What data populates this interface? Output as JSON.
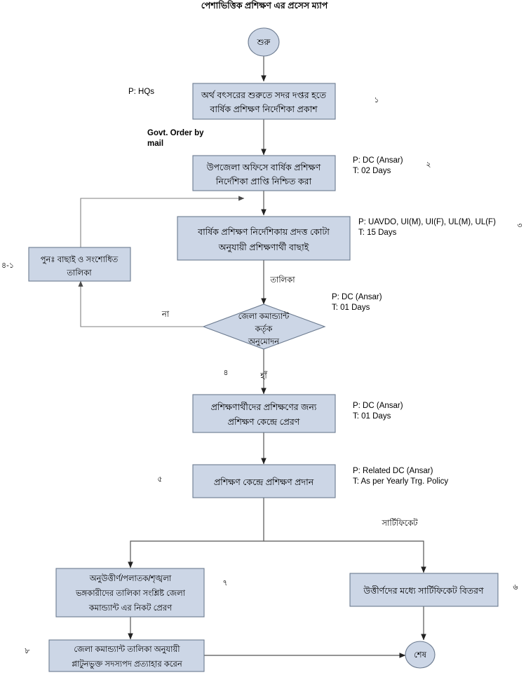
{
  "chart_data": {
    "type": "diagram",
    "title": "পেশাভিত্তিক প্রশিক্ষণ এর প্রসেস ম্যাপ",
    "diagram_kind": "flowchart",
    "orientation": "top-to-bottom",
    "accent_fill": "#ccd6e6",
    "node_stroke": "#6b7a8f",
    "connector_color": "#808080",
    "nodes": [
      {
        "id": "start",
        "shape": "oval",
        "lines": [
          "শুরু"
        ]
      },
      {
        "id": "n1",
        "shape": "rect",
        "lines": [
          "অর্থ বৎসরের শুরুতে সদর দপ্তর হতে",
          "বার্ষিক প্রশিক্ষণ নির্দেশিকা প্রকাশ"
        ]
      },
      {
        "id": "n2",
        "shape": "rect",
        "lines": [
          "উপজেলা অফিসে বার্ষিক প্রশিক্ষণ",
          "নির্দেশিকা প্রাপ্তি নিশ্চিত করা"
        ]
      },
      {
        "id": "n3",
        "shape": "rect",
        "lines": [
          "বার্ষিক প্রশিক্ষণ নির্দেশিকায় প্রদত্ত কোটা",
          "অনুযায়ী প্রশিক্ষণার্থী বাছাই"
        ]
      },
      {
        "id": "n41",
        "shape": "rect",
        "lines": [
          "পুনঃ  বাছাই ও সংশোধিত",
          "তালিকা"
        ]
      },
      {
        "id": "d1",
        "shape": "diamond",
        "lines": [
          "জেলা কমান্ড্যান্ট",
          "কর্তৃক",
          "অনুমোদন"
        ]
      },
      {
        "id": "n5",
        "shape": "rect",
        "lines": [
          "প্রশিক্ষণার্থীদের প্রশিক্ষণের জন্য",
          "প্রশিক্ষণ কেন্দ্রে প্রেরণ"
        ]
      },
      {
        "id": "n6",
        "shape": "rect",
        "lines": [
          "প্রশিক্ষণ কেন্দ্রে প্রশিক্ষণ প্রদান"
        ]
      },
      {
        "id": "n7",
        "shape": "rect",
        "lines": [
          "অনুউত্তীর্ণ/পলাতক/শৃঙ্খলা",
          "ভঙ্গকারীদের তালিকা সংশ্লিষ্ট  জেলা",
          "কমান্ড্যান্ট এর নিকট প্রেরণ"
        ]
      },
      {
        "id": "n8",
        "shape": "rect",
        "lines": [
          "উত্তীর্ণদের মধ্যে সার্টিফিকেট বিতরণ"
        ]
      },
      {
        "id": "n9",
        "shape": "rect",
        "lines": [
          "জেলা কমান্ড্যান্ট তালিকা অনুযায়ী",
          "প্লাটুনভুক্ত সদস্যপদ প্রত্যাহার করেন"
        ]
      },
      {
        "id": "end",
        "shape": "oval",
        "lines": [
          "শেষ"
        ]
      }
    ],
    "edge_labels": [
      "Govt. Order by",
      "mail",
      "তালিকা",
      "না",
      "হাঁ",
      "সার্টিফিকেট"
    ],
    "step_numbers": [
      "১",
      "২",
      "৩",
      "৪-১",
      "৪",
      "৫",
      "৬",
      "৭",
      "৮"
    ]
  },
  "title": "পেশাভিত্তিক প্রশিক্ষণ এর প্রসেস ম্যাপ",
  "nodes": {
    "start": {
      "text": "শুরু"
    },
    "n1": {
      "line1": "অর্থ বৎসরের শুরুতে সদর দপ্তর হতে",
      "line2": "বার্ষিক প্রশিক্ষণ নির্দেশিকা প্রকাশ"
    },
    "n2": {
      "line1": "উপজেলা অফিসে বার্ষিক প্রশিক্ষণ",
      "line2": "নির্দেশিকা প্রাপ্তি নিশ্চিত করা"
    },
    "n3": {
      "line1": "বার্ষিক প্রশিক্ষণ নির্দেশিকায় প্রদত্ত কোটা",
      "line2": "অনুযায়ী প্রশিক্ষণার্থী বাছাই"
    },
    "n41": {
      "line1": "পুনঃ  বাছাই ও সংশোধিত",
      "line2": "তালিকা"
    },
    "d1": {
      "line1": "জেলা কমান্ড্যান্ট",
      "line2": "কর্তৃক",
      "line3": "অনুমোদন"
    },
    "n5": {
      "line1": "প্রশিক্ষণার্থীদের প্রশিক্ষণের জন্য",
      "line2": "প্রশিক্ষণ কেন্দ্রে প্রেরণ"
    },
    "n6": {
      "line1": "প্রশিক্ষণ কেন্দ্রে প্রশিক্ষণ প্রদান"
    },
    "n7": {
      "line1": "অনুউত্তীর্ণ/পলাতক/শৃঙ্খলা",
      "line2": "ভঙ্গকারীদের তালিকা সংশ্লিষ্ট  জেলা",
      "line3": "কমান্ড্যান্ট এর নিকট প্রেরণ"
    },
    "n8": {
      "line1": "উত্তীর্ণদের মধ্যে সার্টিফিকেট বিতরণ"
    },
    "n9": {
      "line1": "জেলা কমান্ড্যান্ট তালিকা অনুযায়ী",
      "line2": "প্লাটুনভুক্ত সদস্যপদ প্রত্যাহার করেন"
    },
    "end": {
      "text": "শেষ"
    }
  },
  "meta": {
    "m1_p": "P: HQs",
    "m2_p": "P: DC (Ansar)",
    "m2_t": "T: 02 Days",
    "m3_p": "P: UAVDO, UI(M), UI(F), UL(M), UL(F)",
    "m3_t": "T: 15 Days",
    "m4_p": "P: DC (Ansar)",
    "m4_t": "T: 01 Days",
    "m5_p": "P: DC (Ansar)",
    "m5_t": "T: 01 Days",
    "m6_p": "P: Related DC (Ansar)",
    "m6_t": "T: As per Yearly Trg. Policy"
  },
  "edges": {
    "govt_order_l1": "Govt. Order by",
    "govt_order_l2": "mail",
    "talika": "তালিকা",
    "na": "না",
    "ha": "হাঁ",
    "certificate": "সার্টিফিকেট"
  },
  "numbers": {
    "one": "১",
    "two": "২",
    "three": "৩",
    "four_one": "৪-১",
    "four": "৪",
    "five": "৫",
    "six": "৬",
    "seven": "৭",
    "eight": "৮"
  }
}
